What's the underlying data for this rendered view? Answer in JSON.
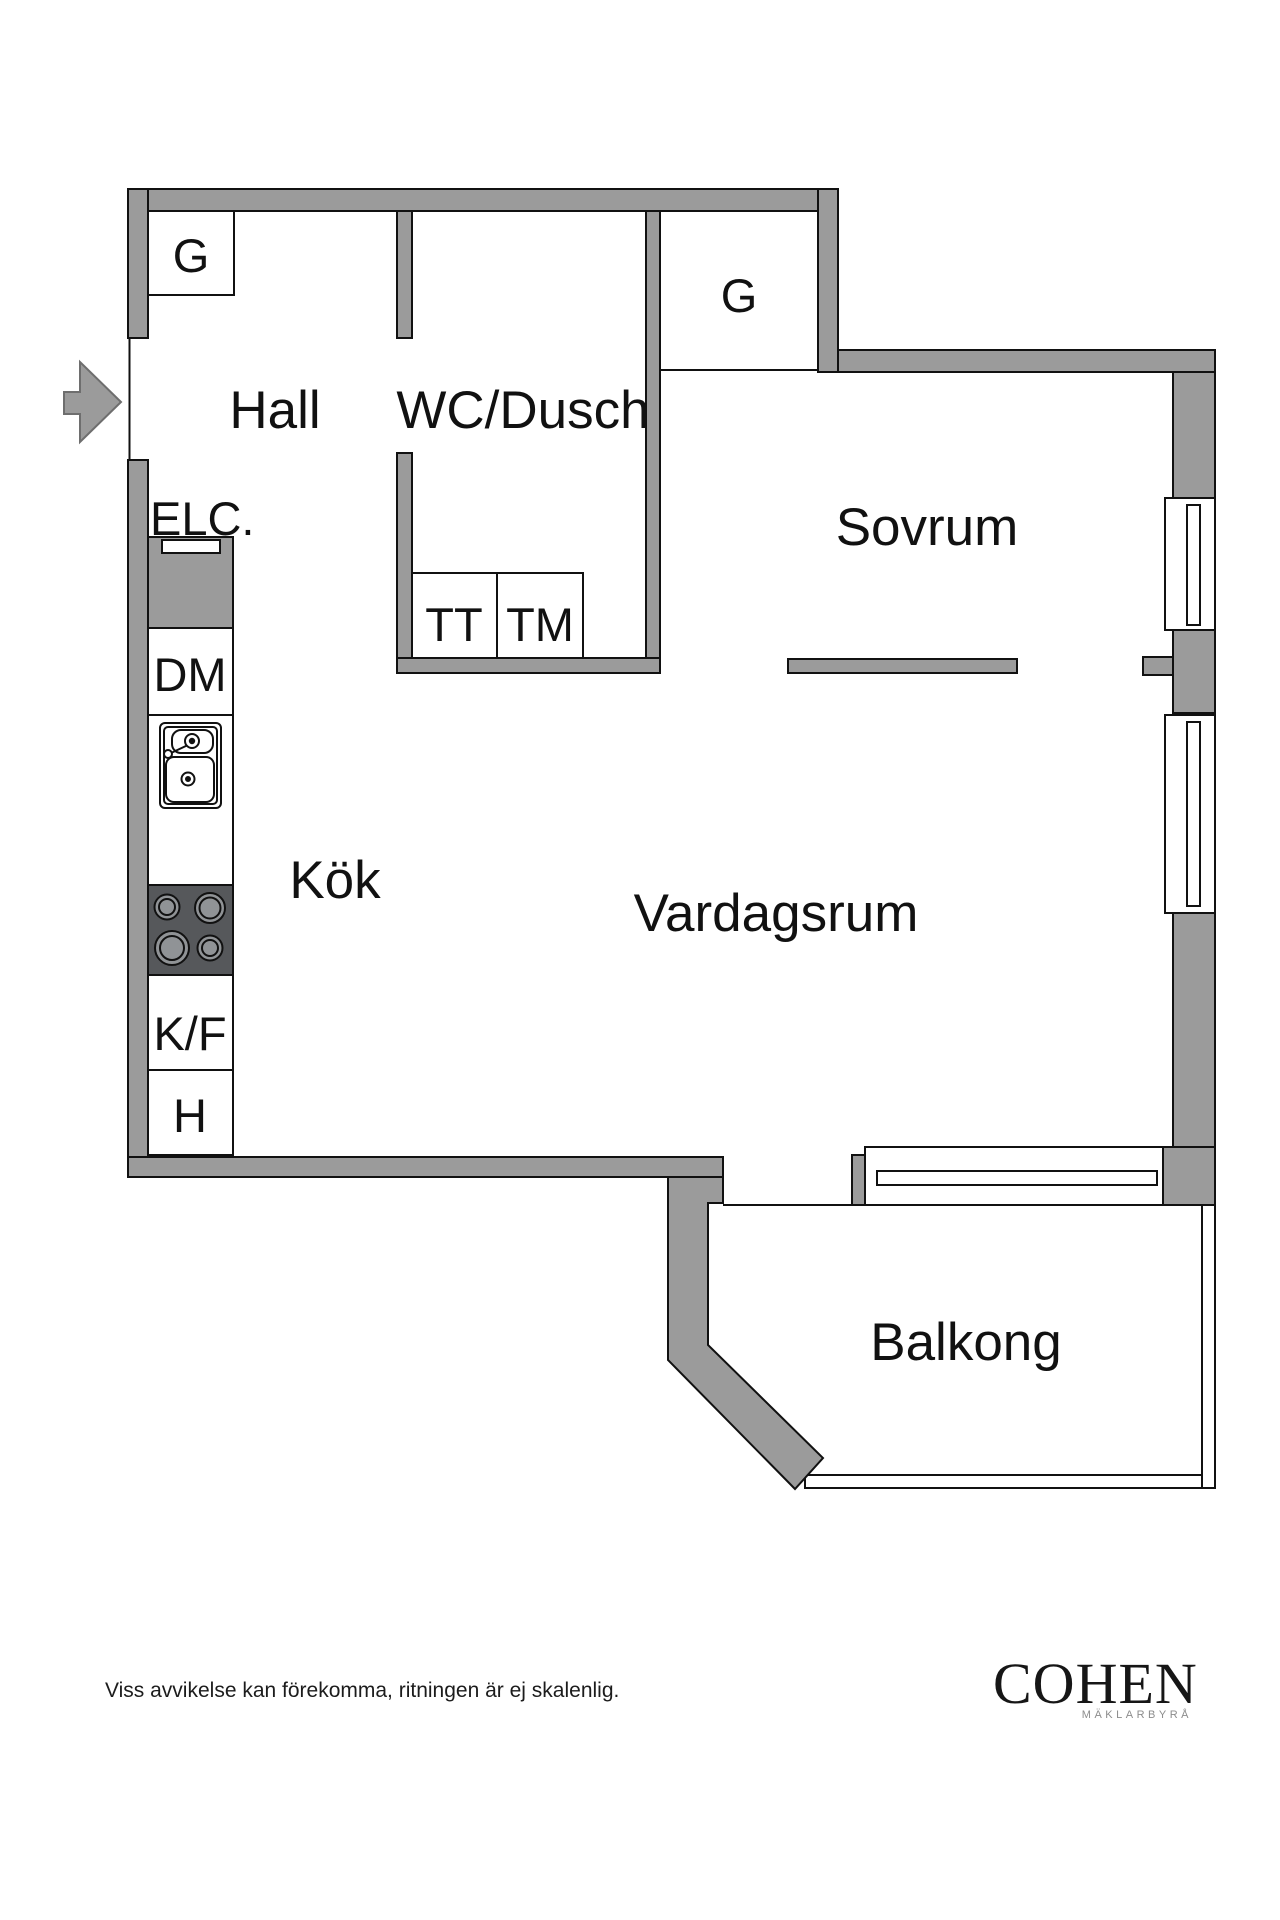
{
  "plan": {
    "entrance": "entrance-arrow-right",
    "rooms": {
      "hall": "Hall",
      "wc": "WC/Dusch",
      "bedroom": "Sovrum",
      "kitchen": "Kök",
      "living": "Vardagsrum",
      "balcony": "Balkong"
    },
    "fixtures": {
      "hall_closet": "G",
      "bedroom_closet": "G",
      "electrical_cabinet": "ELC.",
      "dishwasher": "DM",
      "tumble_dryer": "TT",
      "washing_machine": "TM",
      "fridge_freezer": "K/F",
      "cupboard": "H"
    }
  },
  "footer": {
    "disclaimer": "Viss avvikelse kan förekomma, ritningen är ej skalenlig.",
    "brand": "COHEN",
    "brand_subtitle": "MÄKLARBYRÅ"
  },
  "colors": {
    "wall": "#9b9b9b",
    "stove": "#56585b",
    "burner": "#909396",
    "line": "#111111",
    "arrow_edge": "#6e6e6e"
  }
}
